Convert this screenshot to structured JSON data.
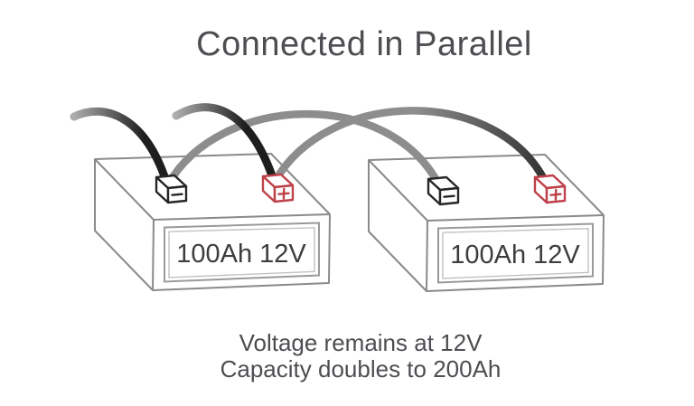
{
  "title": "Connected in Parallel",
  "batteries": [
    {
      "name": "battery-1",
      "label": "100Ah 12V",
      "negative_terminal": {
        "polarity": "negative",
        "symbol": "-"
      },
      "positive_terminal": {
        "polarity": "positive",
        "symbol": "+"
      }
    },
    {
      "name": "battery-2",
      "label": "100Ah 12V",
      "negative_terminal": {
        "polarity": "negative",
        "symbol": "-"
      },
      "positive_terminal": {
        "polarity": "positive",
        "symbol": "+"
      }
    }
  ],
  "cables": [
    {
      "name": "feed-to-battery1-negative",
      "color": "black"
    },
    {
      "name": "feed-to-battery1-positive",
      "color": "black"
    },
    {
      "name": "battery1-negative-to-battery2-negative",
      "color": "gray"
    },
    {
      "name": "battery1-positive-to-battery2-positive",
      "color": "gray"
    }
  ],
  "notes": [
    "Voltage remains at 12V",
    "Capacity doubles to 200Ah"
  ],
  "colors": {
    "background": "#ffffff",
    "text": "#4d4d52",
    "battery-outline": "#8a8a8a",
    "label-border-outer": "#9a9a9a",
    "label-border-inner": "#c2c2c2",
    "cable-black": "#1e1e1e",
    "cable-gray": "#8d8d8d",
    "cable-tip-light": "#adadad",
    "cable-dark-end": "#333333",
    "terminal-negative": "#262626",
    "terminal-positive": "#bf4049"
  }
}
